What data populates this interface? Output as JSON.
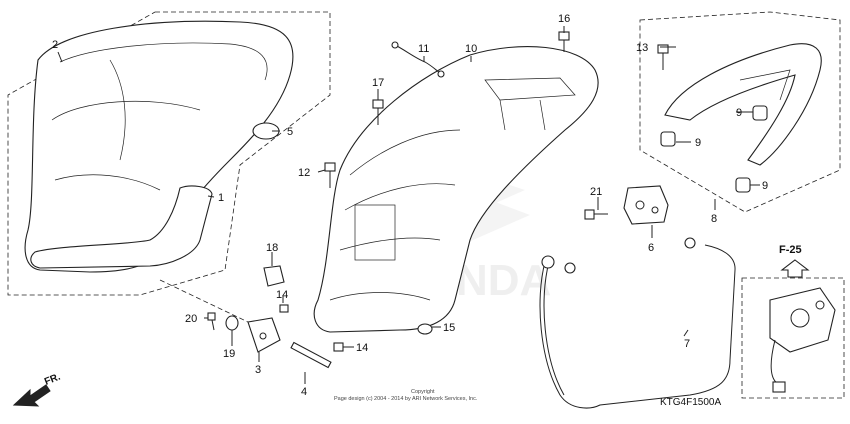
{
  "diagram": {
    "code": "KTG4F1500A",
    "copyright_line1": "Copyright",
    "copyright_line2": "Page design (c) 2004 - 2014 by ARI Network Services, Inc.",
    "frame_ref": "F-25",
    "direction": "FR.",
    "watermark": "HONDA"
  },
  "parts": {
    "p1": "1",
    "p2": "2",
    "p3": "3",
    "p4": "4",
    "p5": "5",
    "p6": "6",
    "p7": "7",
    "p8": "8",
    "p9a": "9",
    "p9b": "9",
    "p9c": "9",
    "p10": "10",
    "p11": "11",
    "p12": "12",
    "p13": "13",
    "p14a": "14",
    "p14b": "14",
    "p15": "15",
    "p16": "16",
    "p17": "17",
    "p18": "18",
    "p19": "19",
    "p20": "20",
    "p21": "21"
  }
}
